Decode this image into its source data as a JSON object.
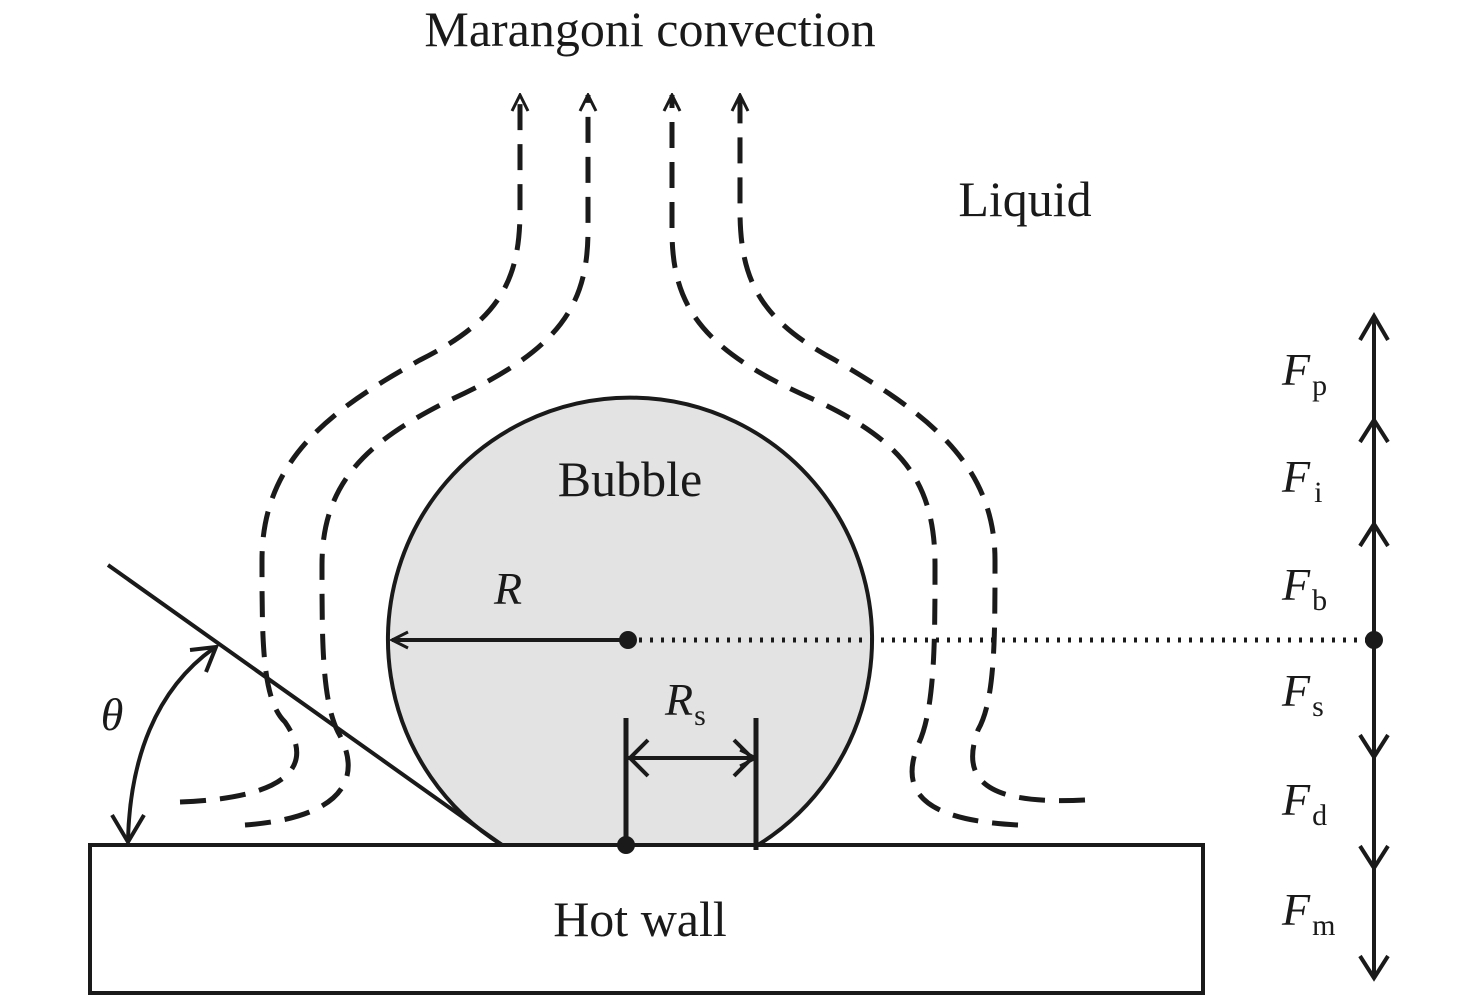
{
  "labels": {
    "title": "Marangoni convection",
    "liquid": "Liquid",
    "bubble": "Bubble",
    "hot_wall": "Hot wall",
    "radius": "R",
    "contact_radius_main": "R",
    "contact_radius_sub": "s",
    "angle": "θ"
  },
  "forces": [
    {
      "main": "F",
      "sub": "p",
      "direction": "up"
    },
    {
      "main": "F",
      "sub": "i",
      "direction": "up"
    },
    {
      "main": "F",
      "sub": "b",
      "direction": "up"
    },
    {
      "main": "F",
      "sub": "s",
      "direction": "down"
    },
    {
      "main": "F",
      "sub": "d",
      "direction": "down"
    },
    {
      "main": "F",
      "sub": "m",
      "direction": "down"
    }
  ],
  "colors": {
    "ink": "#1a1a1a",
    "bubble_fill": "#e3e3e3",
    "wall_fill": "#ffffff"
  }
}
